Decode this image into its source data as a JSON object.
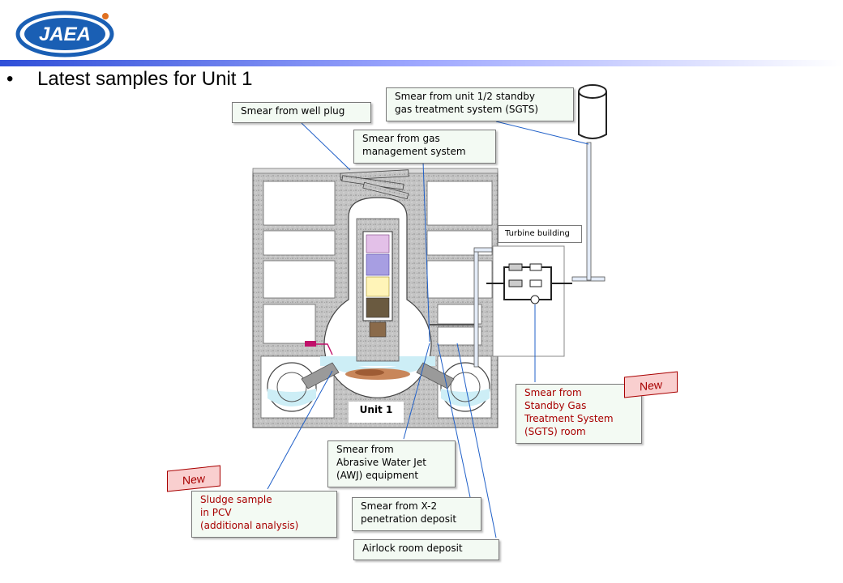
{
  "header": {
    "logo_text": "JAEA",
    "bullet": "•",
    "title": "Latest samples for Unit 1"
  },
  "colors": {
    "logo_blue": "#1a5fb4",
    "logo_orange": "#e07020",
    "label_bg": "#f3faf3",
    "new_text": "#a80000",
    "new_bg": "#f9cfcf",
    "concrete": "#bdbdbd",
    "water": "#cdeef6",
    "leader_line": "#2060c8"
  },
  "labels": {
    "well_plug": "Smear from well plug",
    "sgts_unit12": "Smear from unit 1/2 standby\ngas treatment system (SGTS)",
    "gas_mgmt": "Smear from gas\nmanagement system",
    "turbine_building": "Turbine building",
    "sgts_room": "Smear from\nStandby Gas\nTreatment System\n(SGTS) room",
    "unit1": "Unit 1",
    "awj": "Smear from\nAbrasive Water Jet\n(AWJ) equipment",
    "sludge": "Sludge sample\n in PCV\n(additional analysis)",
    "x2": "Smear from X-2\npenetration deposit",
    "airlock": "Airlock room deposit"
  },
  "badges": {
    "new_1": "New",
    "new_2": "New"
  }
}
